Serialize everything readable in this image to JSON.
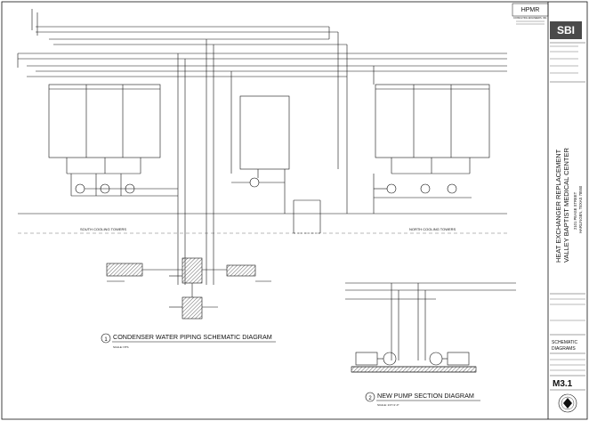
{
  "firm": {
    "name": "HPMR",
    "sub": "CONSULTING ENGINEERS, INC."
  },
  "logo": {
    "text": "SBI"
  },
  "project": {
    "title_line1": "HEAT EXCHANGER REPLACEMENT",
    "title_line2": "VALLEY BAPTIST MEDICAL CENTER",
    "address_line1": "2101 PEASE STREET",
    "address_line2": "HARLINGEN, TEXAS 78550"
  },
  "sheet": {
    "title_line1": "SCHEMATIC",
    "title_line2": "DIAGRAMS",
    "number": "M3.1"
  },
  "diagram1": {
    "number": "1",
    "title": "CONDENSER WATER PIPING SCHEMATIC DIAGRAM",
    "scale": "SCALE: NTS"
  },
  "diagram2": {
    "number": "2",
    "title": "NEW PUMP SECTION DIAGRAM",
    "scale": "SCALE: 1/4\"=1'-0\""
  },
  "labels": {
    "south_towers": "SOUTH COOLING TOWERS",
    "north_towers": "NORTH COOLING TOWERS"
  },
  "colors": {
    "line": "#111111",
    "hatch": "#888888"
  }
}
